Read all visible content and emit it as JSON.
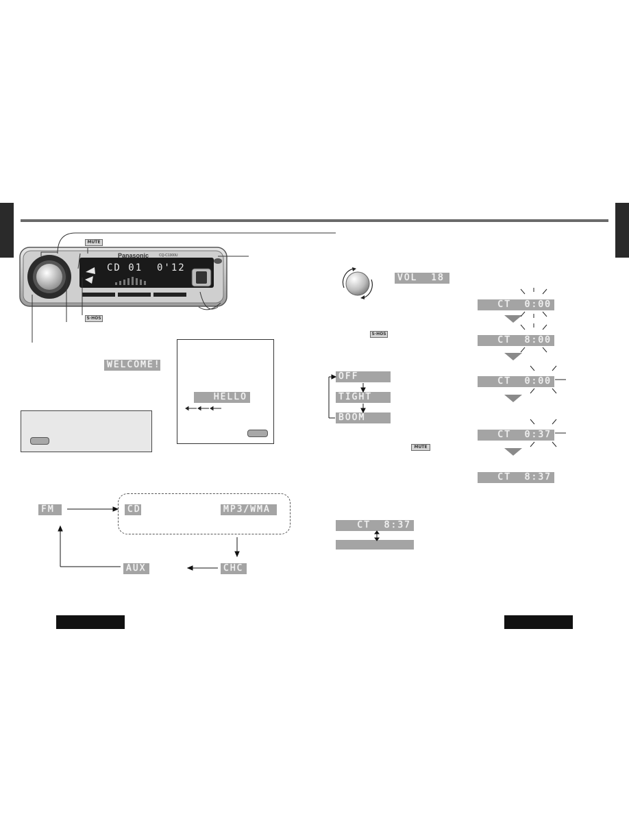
{
  "header": {
    "rule_color": "#6a6a6a",
    "side_tab_color": "#2a2a2a"
  },
  "device": {
    "brand": "Panasonic",
    "model_label": "CQ-C1300U",
    "display_text": "CD 01  0'12",
    "mute_tag": "MUTE",
    "shos_tag": "S·HOS"
  },
  "welcome_display": "WELCOME!",
  "hello_box": {
    "display_text": "HELLO"
  },
  "volume": {
    "display_text": "VOL  18",
    "knob_icon": "rotary-knob-icon"
  },
  "shos_tag_2": "S·HOS",
  "bass_modes": [
    "OFF",
    "TIGHT",
    "BOOM"
  ],
  "mute_tag_2": "MUTE",
  "clock_toggle": {
    "display_text": "CT  8:37",
    "blank_display": ""
  },
  "clock_steps": [
    "CT  0:00",
    "CT  8:00",
    "CT  0:00",
    "CT  0:37",
    "CT  8:37"
  ],
  "source_flow": {
    "fm": "FM",
    "cd": "CD",
    "mp3": "MP3/WMA",
    "chc": "CHC",
    "aux": "AUX"
  }
}
